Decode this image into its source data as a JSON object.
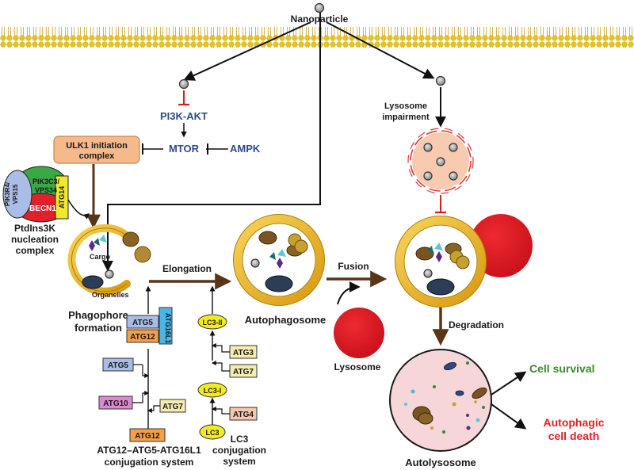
{
  "top": {
    "nanoparticle": "Nanoparticle"
  },
  "left_path": {
    "pi3k_akt": "PI3K-AKT",
    "mtor": "MTOR",
    "ampk": "AMPK",
    "ulk1_line1": "ULK1 initiation",
    "ulk1_line2": "complex"
  },
  "ptdins3k": {
    "pik3r4_line1": "PIK3R4/",
    "pik3r4_line2": "VPS15",
    "pik3c3_line1": "PIK3C3/",
    "pik3c3_line2": "VPS34",
    "becn1": "BECN1",
    "atg14": "ATG14",
    "caption_line1": "PtdIns3K",
    "caption_line2": "nucleation",
    "caption_line3": "complex"
  },
  "phagophore": {
    "cargo": "Cargo",
    "organelles": "Organelles",
    "caption_line1": "Phagophore",
    "caption_line2": "formation"
  },
  "steps": {
    "elongation": "Elongation",
    "fusion": "Fusion",
    "degradation": "Degradation",
    "autophagosome": "Autophagosome",
    "lysosome": "Lysosome",
    "autolysosome": "Autolysosome",
    "lysosome_impairment_line1": "Lysosome",
    "lysosome_impairment_line2": "impairment"
  },
  "atg12_system": {
    "atg5_top": "ATG5",
    "atg12_top": "ATG12",
    "atg16l1": "ATG16L1",
    "atg5": "ATG5",
    "atg10": "ATG10",
    "atg7": "ATG7",
    "atg12": "ATG12",
    "caption_line1": "ATG12–ATG5-ATG16L1",
    "caption_line2": "conjugation system"
  },
  "lc3_system": {
    "lc3_ii": "LC3-II",
    "atg3": "ATG3",
    "atg7": "ATG7",
    "lc3_i": "LC3-I",
    "atg4": "ATG4",
    "lc3": "LC3",
    "caption_line1": "LC3",
    "caption_line2": "conjugation",
    "caption_line3": "system"
  },
  "outcomes": {
    "cell_survival": "Cell survival",
    "autophagic_line1": "Autophagic",
    "autophagic_line2": "cell death"
  },
  "colors": {
    "membrane_head": "#e6c419",
    "ring": "#e8b81c",
    "lysosome": "#e0202a",
    "blue_text": "#2f4a8a",
    "brown_arrow": "#5a3418",
    "inhibit": "#d42020",
    "survival": "#3a8a2a",
    "death": "#e0202a"
  }
}
